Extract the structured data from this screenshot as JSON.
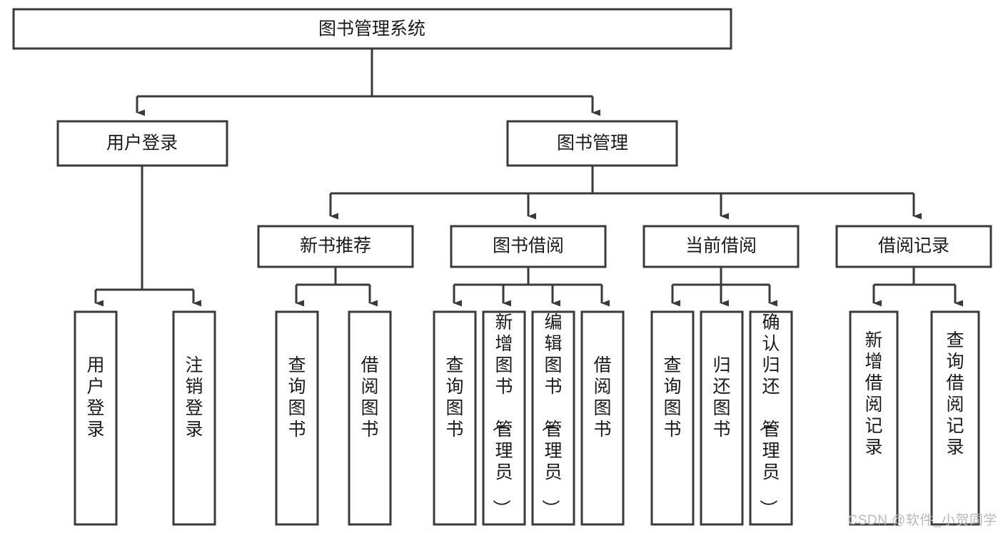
{
  "diagram": {
    "title": "图书管理系统",
    "type": "hierarchy-tree",
    "watermark": "CSDN @软件_小贺同学",
    "colors": {
      "stroke": "#3a3a3a",
      "fill": "#ffffff",
      "text": "#1a1a1a",
      "watermark": "#b9b9b9"
    },
    "levels": [
      {
        "level": 1,
        "nodes": [
          {
            "id": "root",
            "label": "图书管理系统",
            "orientation": "horizontal"
          }
        ]
      },
      {
        "level": 2,
        "nodes": [
          {
            "id": "login",
            "label": "用户登录",
            "orientation": "horizontal",
            "parent": "root"
          },
          {
            "id": "bookmgmt",
            "label": "图书管理",
            "orientation": "horizontal",
            "parent": "root"
          }
        ]
      },
      {
        "level": 3,
        "nodes": [
          {
            "id": "newbook",
            "label": "新书推荐",
            "orientation": "horizontal",
            "parent": "bookmgmt"
          },
          {
            "id": "borrow",
            "label": "图书借阅",
            "orientation": "horizontal",
            "parent": "bookmgmt"
          },
          {
            "id": "current",
            "label": "当前借阅",
            "orientation": "horizontal",
            "parent": "bookmgmt"
          },
          {
            "id": "records",
            "label": "借阅记录",
            "orientation": "horizontal",
            "parent": "bookmgmt"
          }
        ]
      },
      {
        "level": 4,
        "nodes": [
          {
            "id": "leaf1",
            "label": "用户登录",
            "orientation": "vertical",
            "parent": "login"
          },
          {
            "id": "leaf2",
            "label": "注销登录",
            "orientation": "vertical",
            "parent": "login"
          },
          {
            "id": "leaf3",
            "label": "查询图书",
            "orientation": "vertical",
            "parent": "newbook"
          },
          {
            "id": "leaf4",
            "label": "借阅图书",
            "orientation": "vertical",
            "parent": "newbook"
          },
          {
            "id": "leaf5",
            "label": "查询图书",
            "orientation": "vertical",
            "parent": "borrow"
          },
          {
            "id": "leaf6",
            "label": "新增图书（管理员）",
            "orientation": "vertical",
            "parent": "borrow"
          },
          {
            "id": "leaf7",
            "label": "编辑图书（管理员）",
            "orientation": "vertical",
            "parent": "borrow"
          },
          {
            "id": "leaf8",
            "label": "借阅图书",
            "orientation": "vertical",
            "parent": "borrow"
          },
          {
            "id": "leaf9",
            "label": "查询图书",
            "orientation": "vertical",
            "parent": "current"
          },
          {
            "id": "leaf10",
            "label": "归还图书",
            "orientation": "vertical",
            "parent": "current"
          },
          {
            "id": "leaf11",
            "label": "确认归还（管理员）",
            "orientation": "vertical",
            "parent": "current"
          },
          {
            "id": "leaf12",
            "label": "新增借阅记录",
            "orientation": "vertical",
            "parent": "records"
          },
          {
            "id": "leaf13",
            "label": "查询借阅记录",
            "orientation": "vertical",
            "parent": "records"
          }
        ]
      }
    ]
  }
}
